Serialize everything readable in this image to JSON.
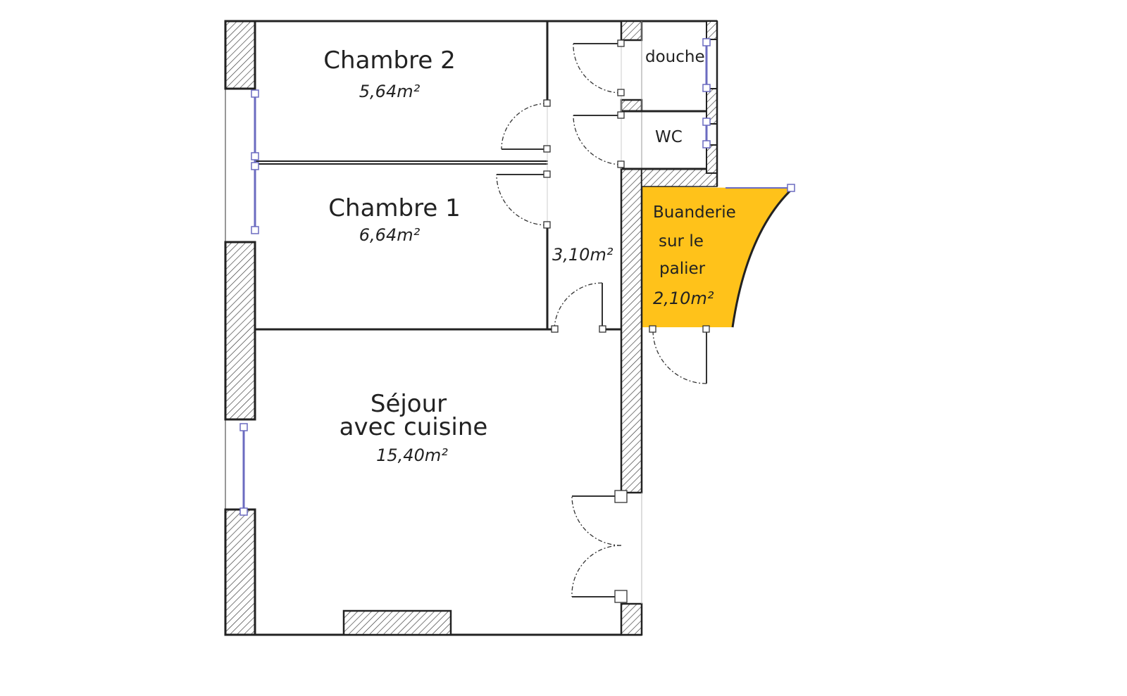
{
  "plan": {
    "highlight_color": "#FFC21A",
    "rooms": [
      {
        "name": "Chambre 2",
        "area": "5,64m²"
      },
      {
        "name": "Chambre 1",
        "area": "6,64m²"
      },
      {
        "name_line1": "Séjour",
        "name_line2": "avec cuisine",
        "area": "15,40m²"
      },
      {
        "area": "3,10m²"
      },
      {
        "name": "douche"
      },
      {
        "name": "WC"
      },
      {
        "name_line1": "Buanderie",
        "name_line2": "sur le",
        "name_line3": "palier",
        "area": "2,10m²"
      }
    ]
  }
}
